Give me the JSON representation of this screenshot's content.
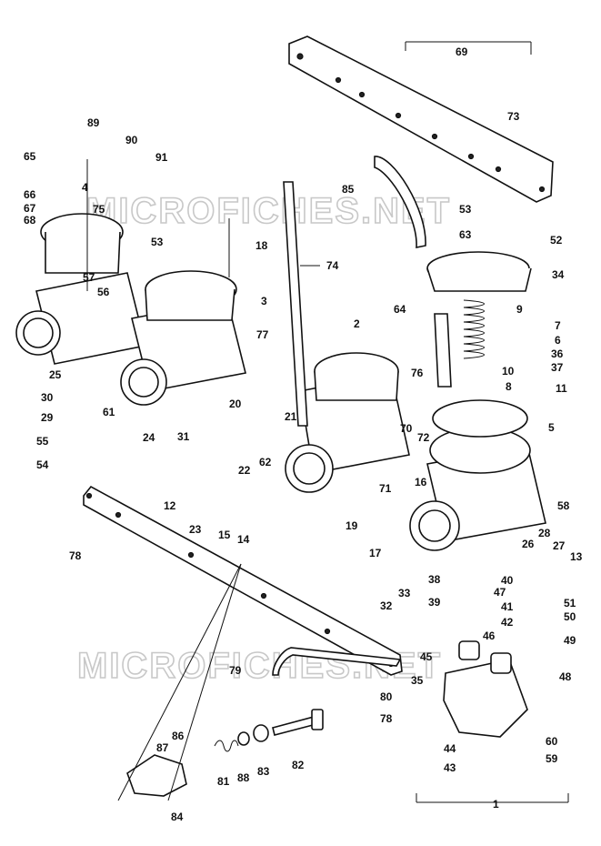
{
  "watermark": {
    "top": "MICROFICHES.NET",
    "bottom": "MICROFICHES.NET"
  },
  "colors": {
    "ink": "#111111",
    "paper": "#ffffff",
    "watermark": "#c8c8c8"
  },
  "callouts": {
    "p1": "1",
    "p2": "2",
    "p3": "3",
    "p4": "4",
    "p5": "5",
    "p6": "6",
    "p7": "7",
    "p8": "8",
    "p9": "9",
    "p10": "10",
    "p11": "11",
    "p12": "12",
    "p13": "13",
    "p14": "14",
    "p15": "15",
    "p16": "16",
    "p17": "17",
    "p18": "18",
    "p19": "19",
    "p20": "20",
    "p21": "21",
    "p22": "22",
    "p23": "23",
    "p24": "24",
    "p25": "25",
    "p26": "26",
    "p27": "27",
    "p28": "28",
    "p29": "29",
    "p30": "30",
    "p31": "31",
    "p32": "32",
    "p33": "33",
    "p34": "34",
    "p35": "35",
    "p36": "36",
    "p37": "37",
    "p38": "38",
    "p39": "39",
    "p40": "40",
    "p41": "41",
    "p42": "42",
    "p43": "43",
    "p44": "44",
    "p45": "45",
    "p46": "46",
    "p47": "47",
    "p48": "48",
    "p49": "49",
    "p50": "50",
    "p51": "51",
    "p52": "52",
    "p53a": "53",
    "p53b": "53",
    "p54": "54",
    "p55": "55",
    "p56": "56",
    "p57": "57",
    "p58": "58",
    "p59": "59",
    "p60": "60",
    "p61": "61",
    "p62": "62",
    "p63": "63",
    "p64": "64",
    "p65": "65",
    "p66": "66",
    "p67": "67",
    "p68": "68",
    "p69": "69",
    "p70": "70",
    "p71": "71",
    "p72": "72",
    "p73": "73",
    "p74": "74",
    "p75": "75",
    "p76": "76",
    "p77": "77",
    "p78a": "78",
    "p78b": "78",
    "p79": "79",
    "p80": "80",
    "p81": "81",
    "p82": "82",
    "p83": "83",
    "p84": "84",
    "p85": "85",
    "p86": "86",
    "p87": "87",
    "p88": "88",
    "p89": "89",
    "p90": "90",
    "p91": "91"
  }
}
